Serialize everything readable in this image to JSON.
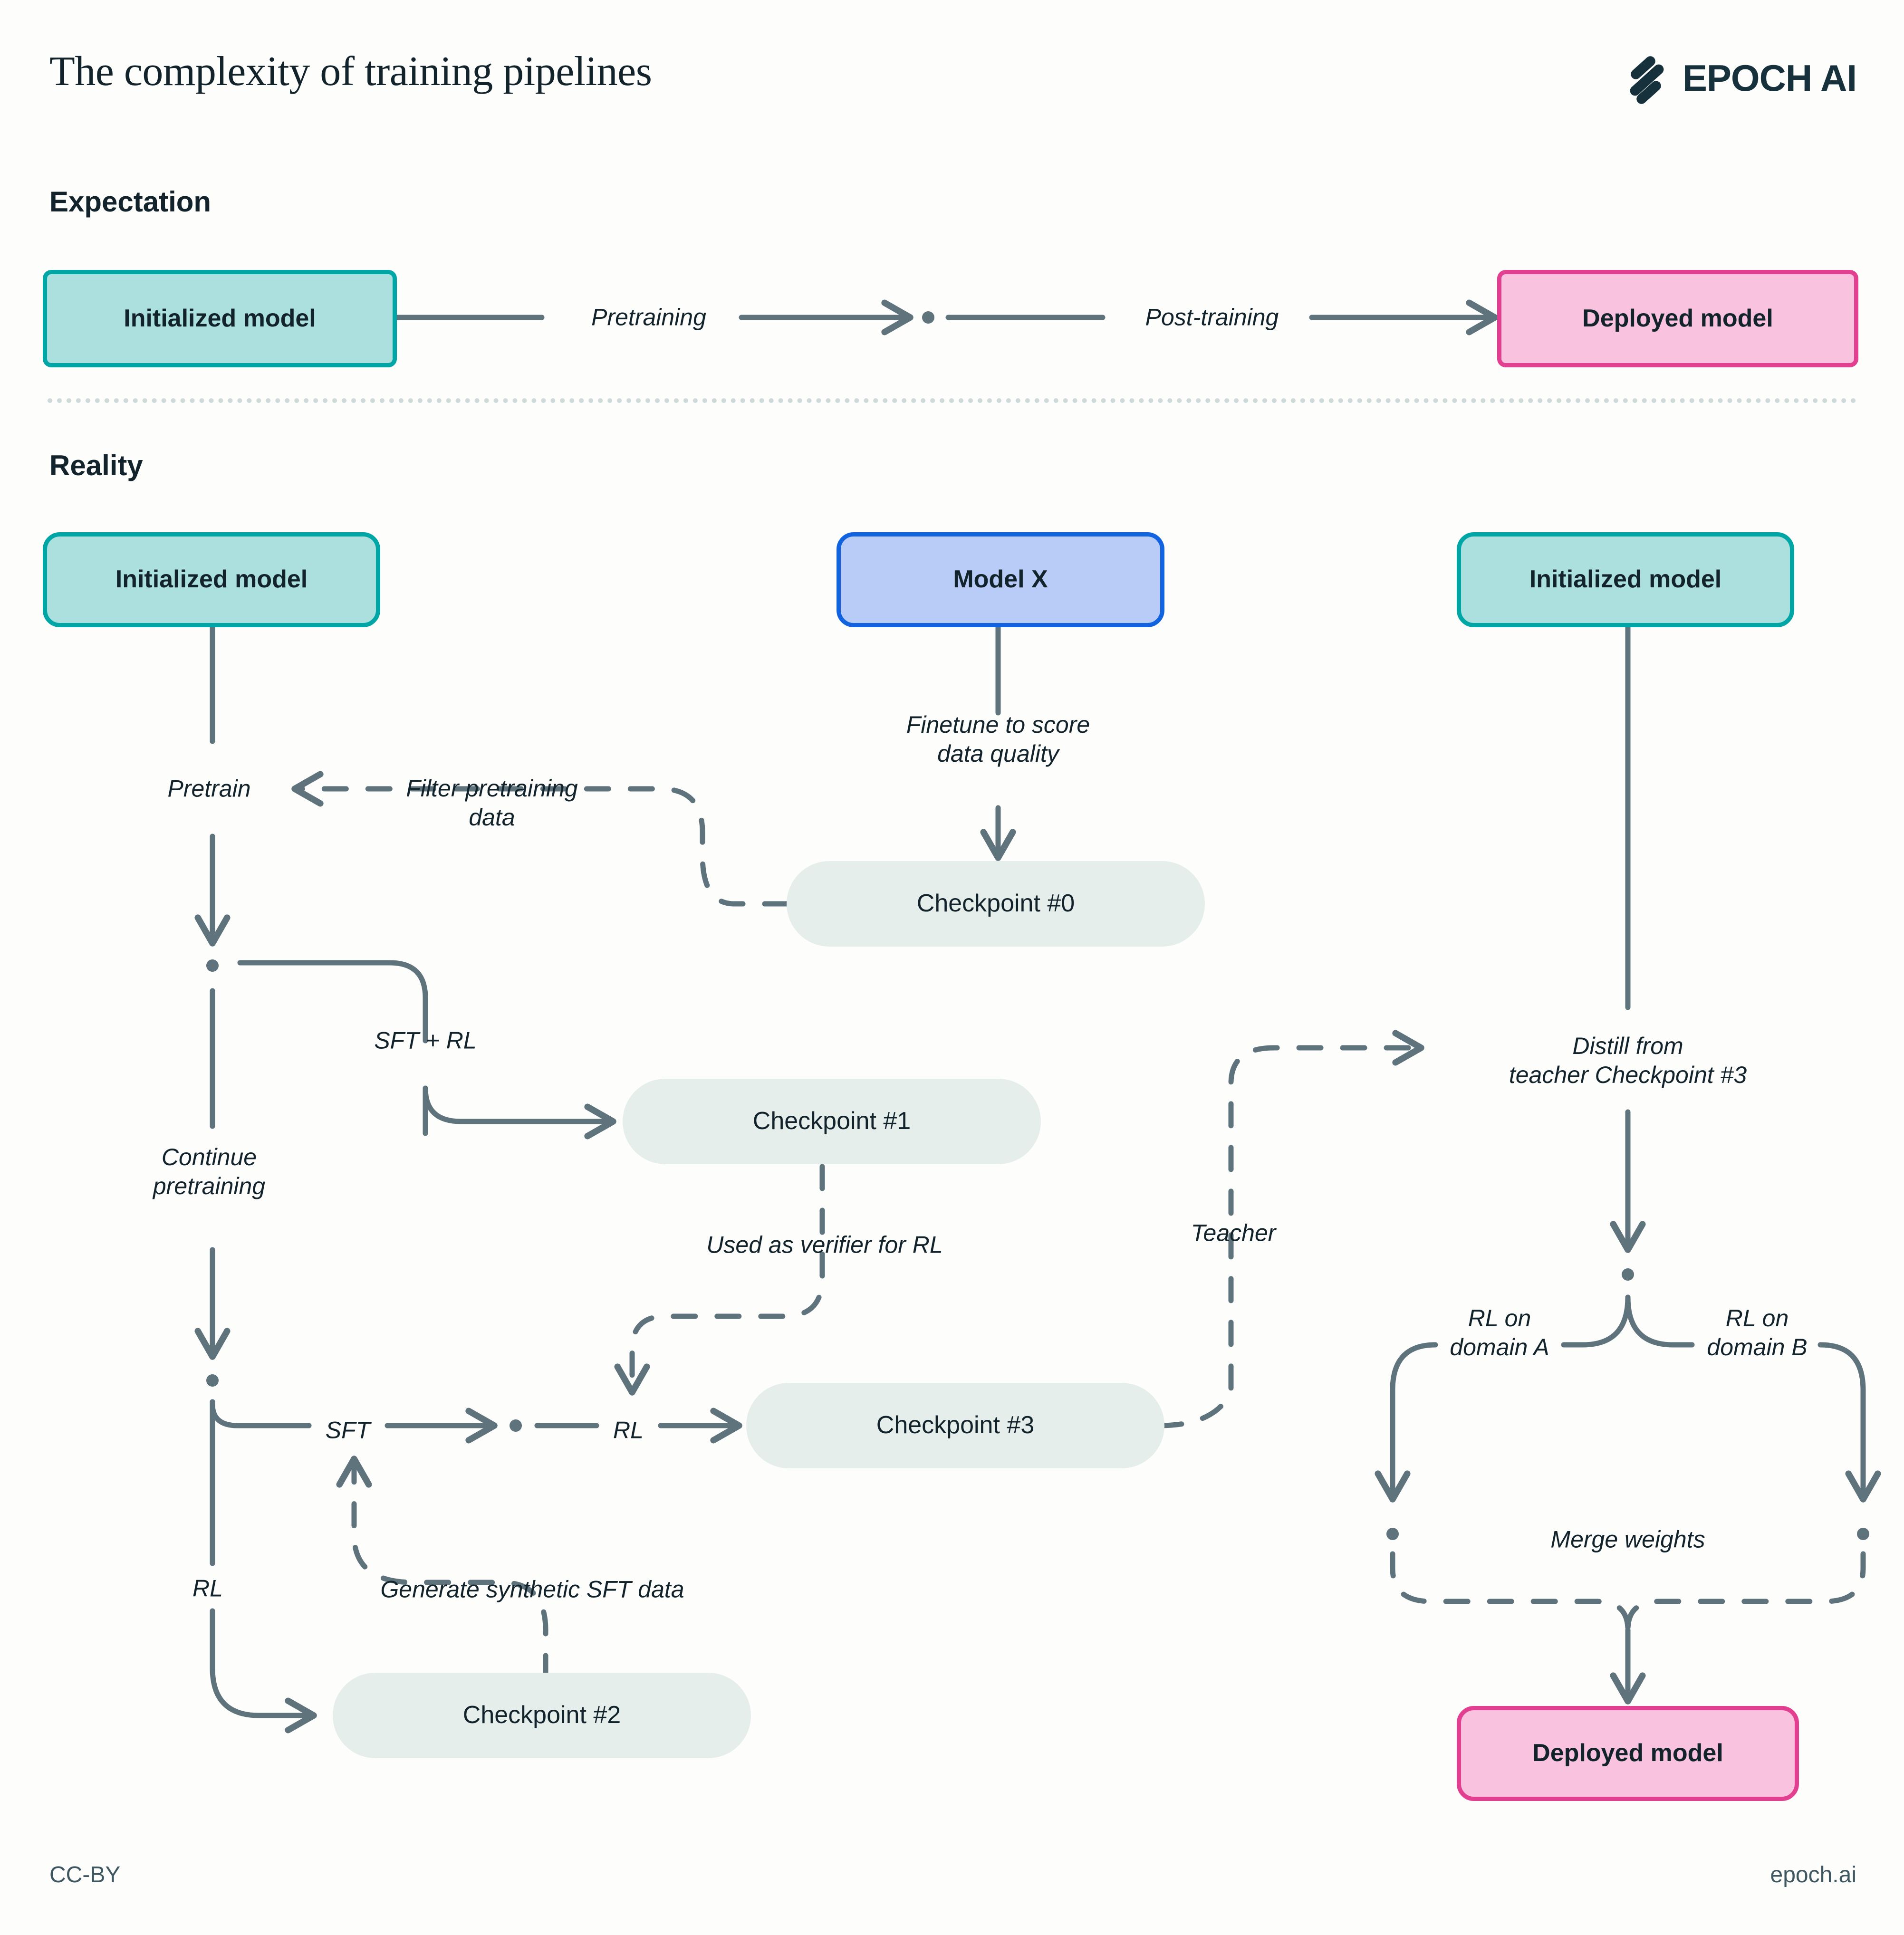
{
  "header": {
    "title": "The complexity of training pipelines",
    "logo_text": "EPOCH AI",
    "logo_mark": "epoch-slashes-icon"
  },
  "sections": {
    "expectation": "Expectation",
    "reality": "Reality"
  },
  "footer": {
    "license": "CC-BY",
    "site": "epoch.ai"
  },
  "colors": {
    "teal_fill": "#ace0de",
    "teal_border": "#00a6a6",
    "pink_fill": "#f9c2de",
    "pink_border": "#e23f91",
    "blue_fill": "#b9ccf7",
    "blue_border": "#1263e0",
    "checkpoint_fill": "#e6eeec",
    "edge": "#5e737c",
    "text": "#12232b",
    "divider": "#ced9d9",
    "background": "#fdfdfc"
  },
  "expectation": {
    "nodes": [
      {
        "id": "init",
        "label": "Initialized model",
        "type": "model-teal"
      },
      {
        "id": "deployed",
        "label": "Deployed model",
        "type": "model-pink"
      }
    ],
    "edges": [
      {
        "id": "pretraining",
        "label": "Pretraining",
        "style": "solid",
        "from": "init",
        "to": "junction"
      },
      {
        "id": "post-training",
        "label": "Post-training",
        "style": "solid",
        "from": "junction",
        "to": "deployed"
      }
    ]
  },
  "reality": {
    "nodes": [
      {
        "id": "init-left",
        "label": "Initialized model",
        "type": "model-teal"
      },
      {
        "id": "model-x",
        "label": "Model X",
        "type": "model-blue"
      },
      {
        "id": "init-right",
        "label": "Initialized model",
        "type": "model-teal"
      },
      {
        "id": "ckpt0",
        "label": "Checkpoint #0",
        "type": "checkpoint"
      },
      {
        "id": "ckpt1",
        "label": "Checkpoint #1",
        "type": "checkpoint"
      },
      {
        "id": "ckpt3",
        "label": "Checkpoint #3",
        "type": "checkpoint"
      },
      {
        "id": "ckpt2",
        "label": "Checkpoint #2",
        "type": "checkpoint"
      },
      {
        "id": "deployed",
        "label": "Deployed model",
        "type": "model-pink"
      }
    ],
    "edges": [
      {
        "id": "finetune-score",
        "label": "Finetune to score\ndata quality",
        "style": "solid",
        "from": "model-x",
        "to": "ckpt0"
      },
      {
        "id": "filter-data",
        "label": "Filter pretraining\ndata",
        "style": "dashed",
        "from": "ckpt0",
        "to": "pretrain"
      },
      {
        "id": "pretrain",
        "label": "Pretrain",
        "style": "solid",
        "from": "init-left",
        "to": "node-a"
      },
      {
        "id": "sft-rl",
        "label": "SFT + RL",
        "style": "solid",
        "from": "node-a",
        "to": "ckpt1"
      },
      {
        "id": "continue-pretrain",
        "label": "Continue\npretraining",
        "style": "solid",
        "from": "node-a",
        "to": "node-b"
      },
      {
        "id": "sft",
        "label": "SFT",
        "style": "solid",
        "from": "node-b",
        "to": "node-c"
      },
      {
        "id": "rl-mid",
        "label": "RL",
        "style": "solid",
        "from": "node-c",
        "to": "ckpt3"
      },
      {
        "id": "verifier",
        "label": "Used as verifier for RL",
        "style": "dashed",
        "from": "ckpt1",
        "to": "node-c"
      },
      {
        "id": "rl-left",
        "label": "RL",
        "style": "solid",
        "from": "node-b",
        "to": "ckpt2"
      },
      {
        "id": "synthetic-sft",
        "label": "Generate synthetic SFT data",
        "style": "dashed",
        "from": "ckpt2",
        "to": "sft"
      },
      {
        "id": "teacher",
        "label": "Teacher",
        "style": "dashed",
        "from": "ckpt3",
        "to": "distill"
      },
      {
        "id": "distill",
        "label": "Distill from\nteacher Checkpoint #3",
        "style": "solid",
        "from": "init-right",
        "to": "node-d"
      },
      {
        "id": "rl-domain-a",
        "label": "RL on\ndomain A",
        "style": "solid",
        "from": "node-d",
        "to": "node-e"
      },
      {
        "id": "rl-domain-b",
        "label": "RL on\ndomain B",
        "style": "solid",
        "from": "node-d",
        "to": "node-f"
      },
      {
        "id": "merge-weights",
        "label": "Merge weights",
        "style": "dashed",
        "from": "node-e",
        "to": "deployed"
      }
    ]
  },
  "labels": {
    "pretraining": "Pretraining",
    "post_training": "Post-training",
    "finetune_score_l1": "Finetune to score",
    "finetune_score_l2": "data quality",
    "filter_l1": "Filter pretraining",
    "filter_l2": "data",
    "pretrain": "Pretrain",
    "sft_rl": "SFT + RL",
    "continue_l1": "Continue",
    "continue_l2": "pretraining",
    "sft": "SFT",
    "rl": "RL",
    "rl_left": "RL",
    "verifier": "Used as verifier for RL",
    "synthetic": "Generate synthetic SFT data",
    "teacher": "Teacher",
    "distill_l1": "Distill from",
    "distill_l2": "teacher Checkpoint #3",
    "rl_a_l1": "RL on",
    "rl_a_l2": "domain A",
    "rl_b_l1": "RL on",
    "rl_b_l2": "domain B",
    "merge": "Merge weights"
  }
}
